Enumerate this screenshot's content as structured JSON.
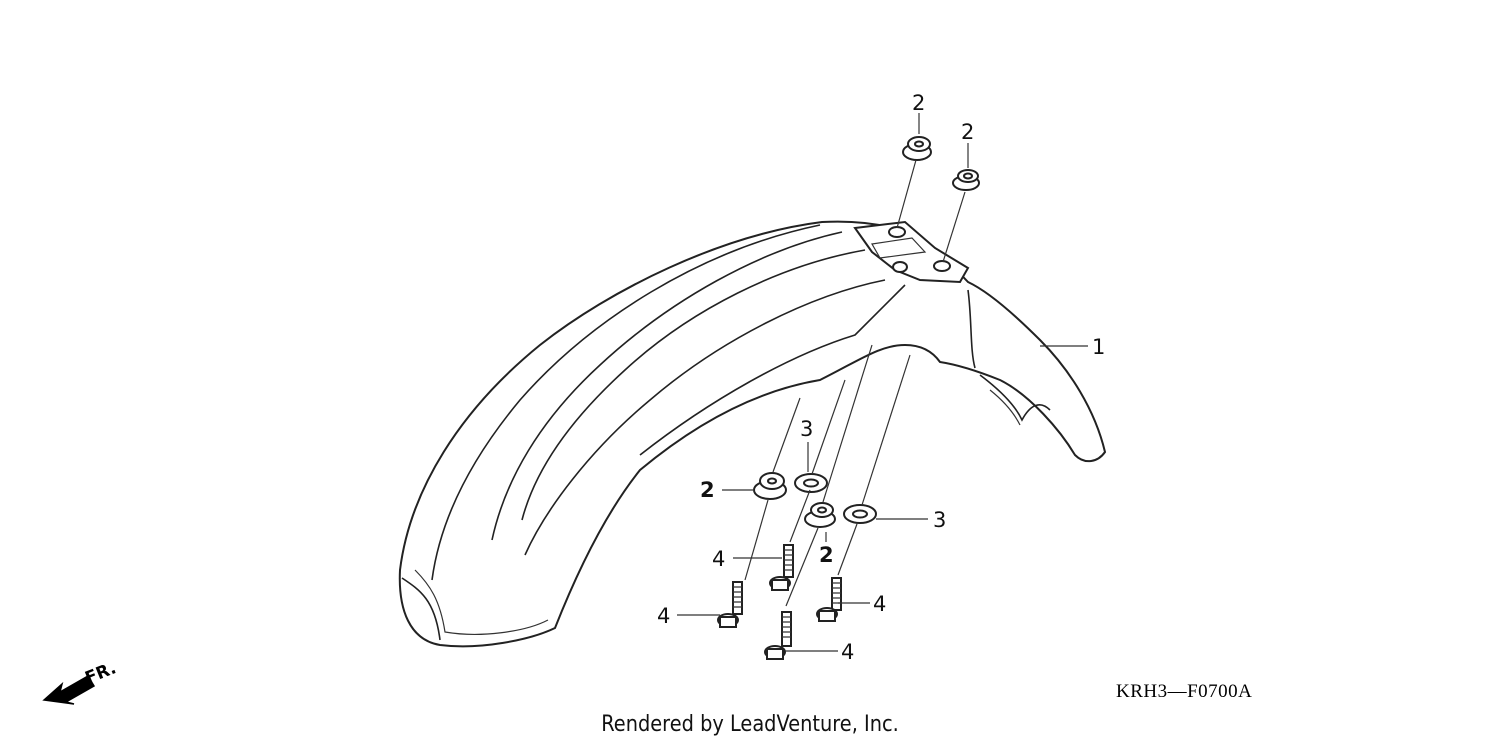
{
  "diagram": {
    "reference_code": "KRH3—F0700A",
    "direction_label": "FR.",
    "credit": "Rendered by LeadVenture, Inc.",
    "callouts": [
      {
        "id": "c-fender",
        "label": "1"
      },
      {
        "id": "c-grommet-top-a",
        "label": "2"
      },
      {
        "id": "c-grommet-top-b",
        "label": "2"
      },
      {
        "id": "c-grommet-left",
        "label": "2"
      },
      {
        "id": "c-grommet-mid",
        "label": "2"
      },
      {
        "id": "c-washer-upper",
        "label": "3"
      },
      {
        "id": "c-washer-right",
        "label": "3"
      },
      {
        "id": "c-bolt-upper",
        "label": "4"
      },
      {
        "id": "c-bolt-left",
        "label": "4"
      },
      {
        "id": "c-bolt-right",
        "label": "4"
      },
      {
        "id": "c-bolt-bottom",
        "label": "4"
      }
    ]
  }
}
